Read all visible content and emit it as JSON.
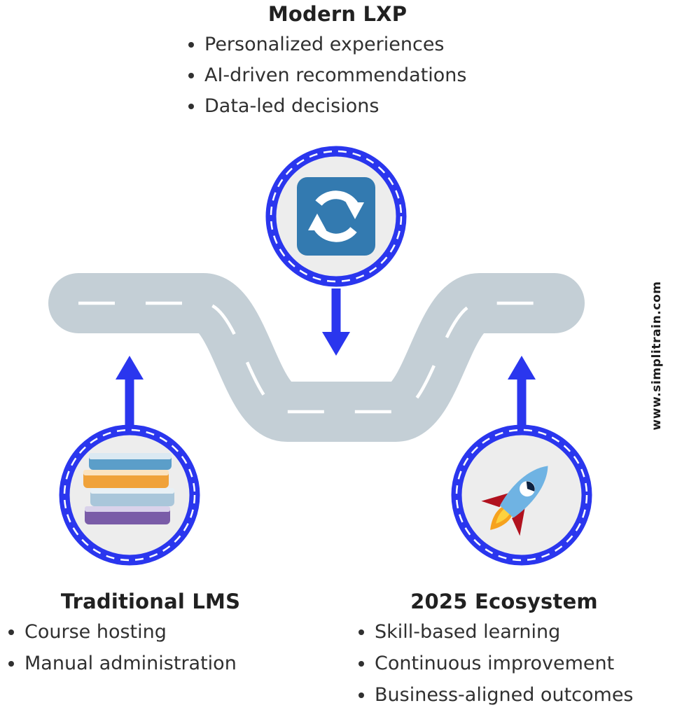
{
  "diagram": {
    "modern_lxp": {
      "title": "Modern LXP",
      "bullets": [
        "Personalized experiences",
        "AI-driven recommendations",
        "Data-led decisions"
      ]
    },
    "traditional_lms": {
      "title": "Traditional LMS",
      "bullets": [
        "Course hosting",
        "Manual administration"
      ]
    },
    "ecosystem_2025": {
      "title": "2025 Ecosystem",
      "bullets": [
        "Skill-based learning",
        "Continuous improvement",
        "Business-aligned outcomes"
      ]
    },
    "watermark": "www.simplitrain.com",
    "icons": {
      "top_circle": "refresh-sync-icon",
      "left_circle": "books-stack-icon",
      "right_circle": "rocket-icon"
    },
    "colors": {
      "accent_blue": "#2a36ee",
      "road_gray": "#c4cfd6",
      "icon_square_blue": "#337ab0",
      "rocket_body_blue": "#6fb3e3",
      "rocket_fin_red": "#b1121f",
      "flame_orange": "#f6a21e",
      "text_dark": "#303030"
    }
  }
}
